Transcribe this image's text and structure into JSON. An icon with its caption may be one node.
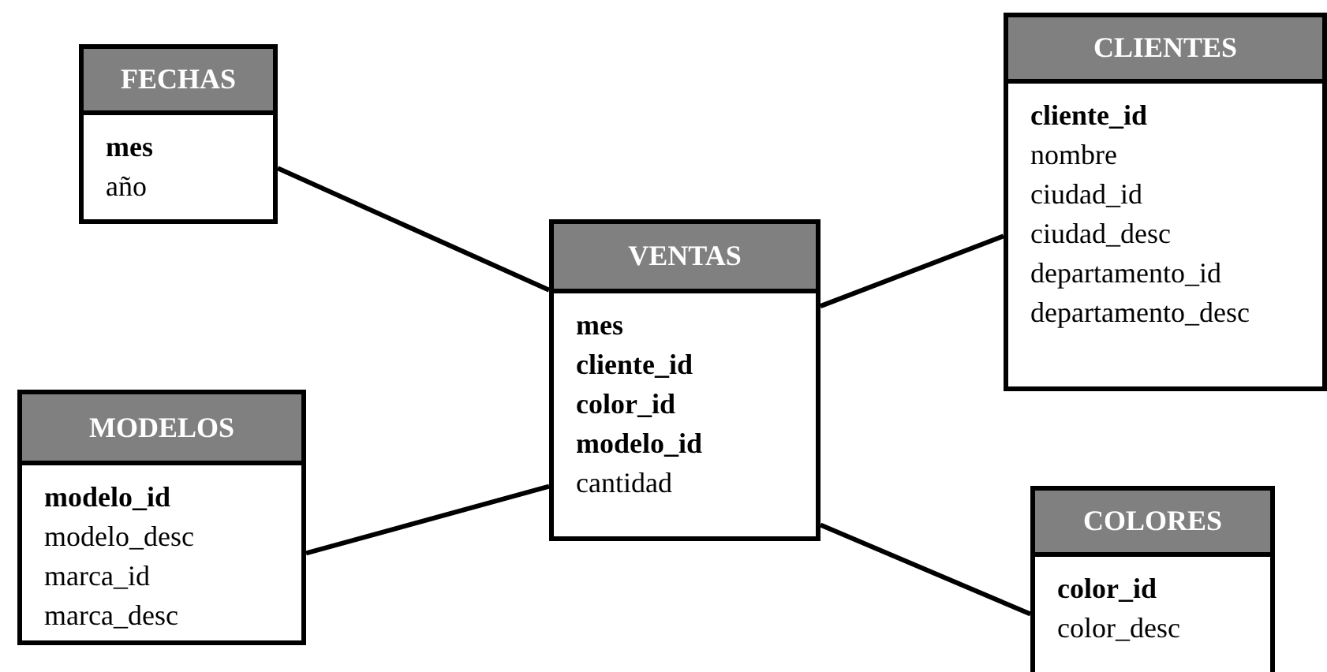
{
  "diagram": {
    "nodes": [
      {
        "text": [
          "FECHAS",
          "mes",
          "año"
        ]
      },
      {
        "text": [
          "CLIENTES",
          "cliente_id",
          "nombre",
          "ciudad_id",
          "ciudad_desc",
          "departamento_id",
          "departamento_desc"
        ]
      },
      {
        "text": [
          "VENTAS",
          "mes",
          "cliente_id",
          "color_id",
          "modelo_id",
          "cantidad"
        ]
      },
      {
        "text": [
          "MODELOS",
          "modelo_id",
          "modelo_desc",
          "marca_id",
          "marca_desc"
        ]
      },
      {
        "text": [
          "COLORES",
          "color_id",
          "color_desc"
        ]
      }
    ],
    "edges": [
      {
        "from": 0,
        "to": 2,
        "arrow": "none"
      },
      {
        "from": 1,
        "to": 2,
        "arrow": "none"
      },
      {
        "from": 3,
        "to": 2,
        "arrow": "none"
      },
      {
        "from": 2,
        "to": 4,
        "arrow": "none"
      }
    ]
  }
}
